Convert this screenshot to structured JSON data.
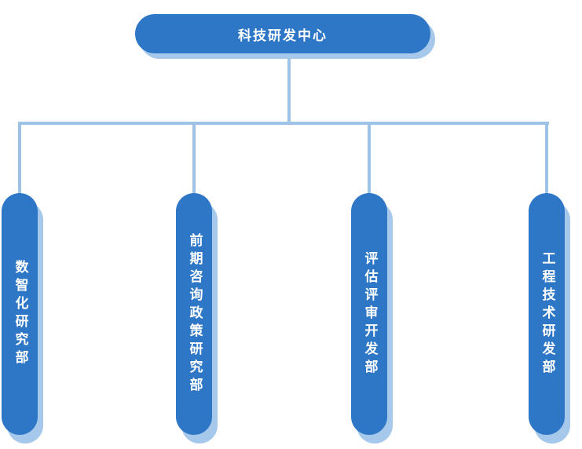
{
  "chart": {
    "type": "org-chart",
    "root": {
      "label": "科技研发中心"
    },
    "children": [
      {
        "label": "数智化研究部"
      },
      {
        "label": "前期咨询政策研究部"
      },
      {
        "label": "评估评审开发部"
      },
      {
        "label": "工程技术研发部"
      }
    ]
  },
  "colors": {
    "node_fill": "#2E77C6",
    "node_shadow": "#A5C8EB",
    "connector": "#9DC3E6",
    "text": "#FFFFFF",
    "background": "#FFFFFF"
  }
}
